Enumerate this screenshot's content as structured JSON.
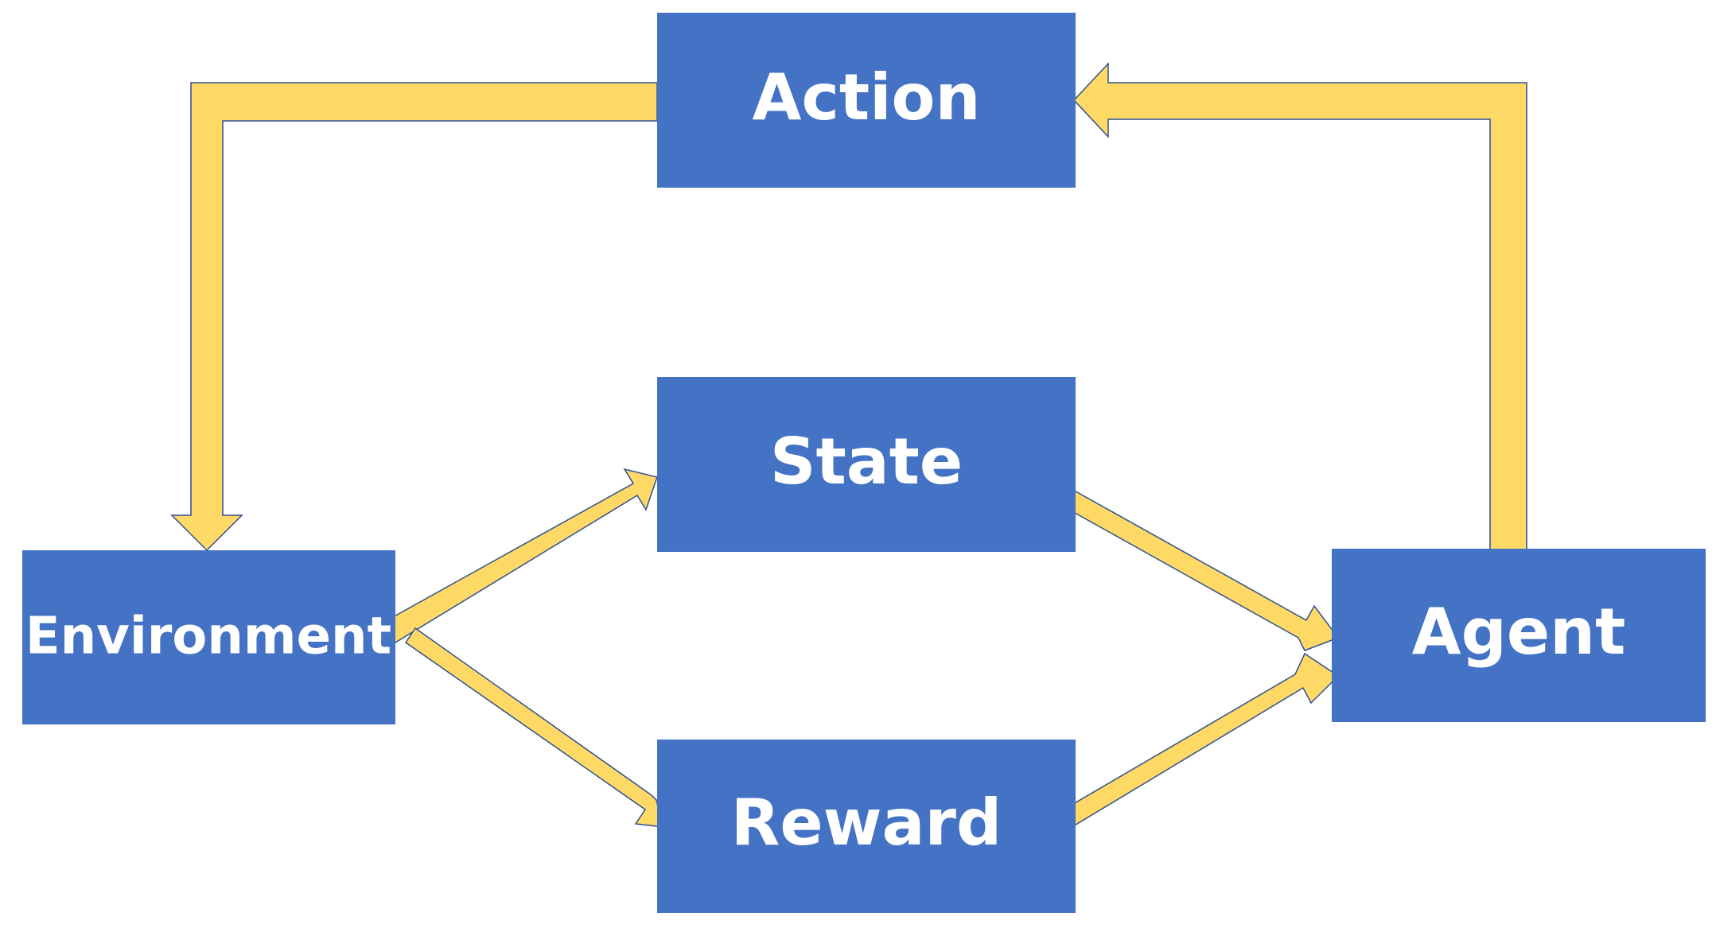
{
  "diagram": {
    "nodes": {
      "action": {
        "label": "Action"
      },
      "state": {
        "label": "State"
      },
      "reward": {
        "label": "Reward"
      },
      "environment": {
        "label": "Environment"
      },
      "agent": {
        "label": "Agent"
      }
    },
    "colors": {
      "node_fill": "#4472c4",
      "node_text": "#ffffff",
      "arrow_fill": "#ffd966",
      "arrow_outline": "#2f4f8f",
      "background": "#ffffff"
    }
  }
}
